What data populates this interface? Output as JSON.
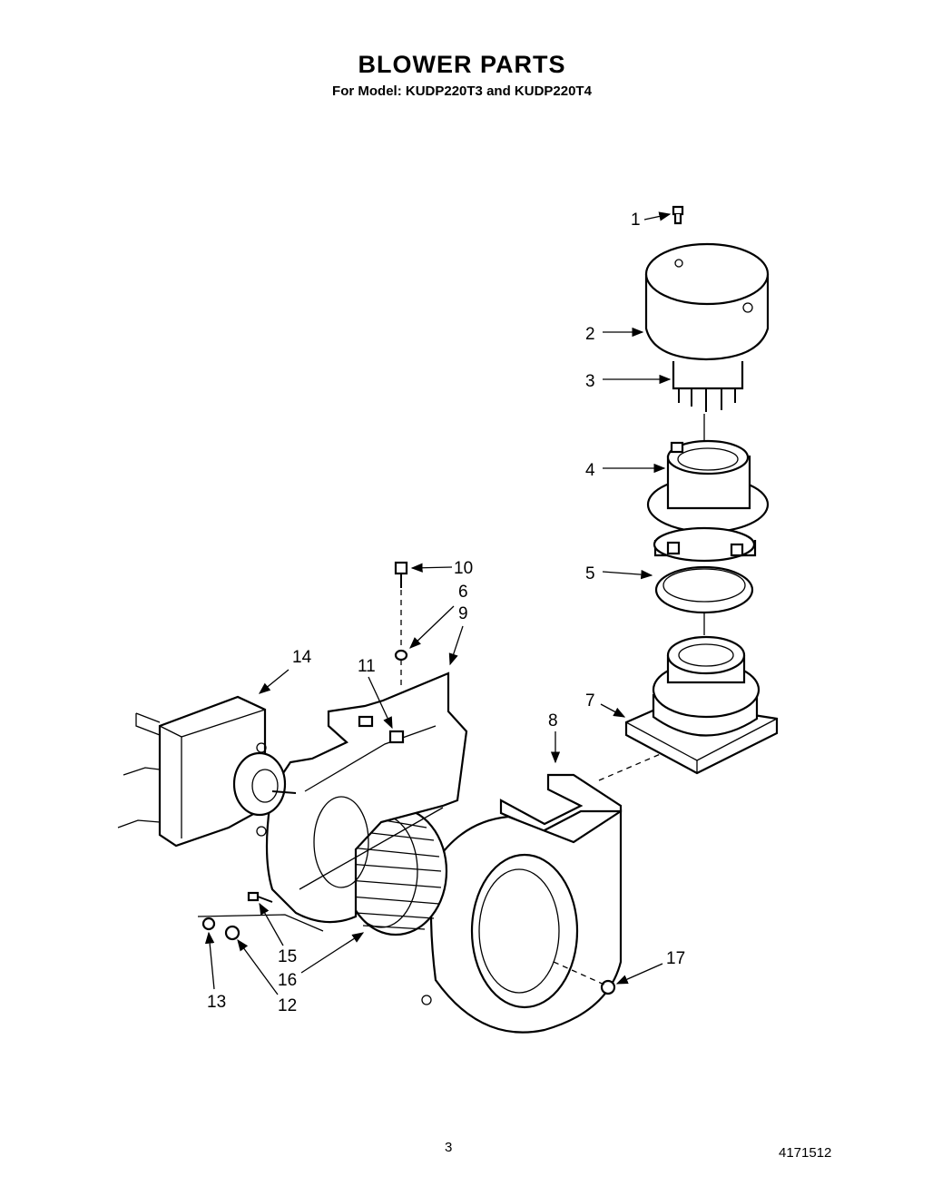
{
  "title": "BLOWER PARTS",
  "subtitle": "For Model: KUDP220T3 and KUDP220T4",
  "page_number": "3",
  "document_number": "4171512",
  "callouts": [
    "1",
    "2",
    "3",
    "4",
    "5",
    "6",
    "7",
    "8",
    "9",
    "10",
    "11",
    "12",
    "13",
    "14",
    "15",
    "16",
    "17"
  ]
}
